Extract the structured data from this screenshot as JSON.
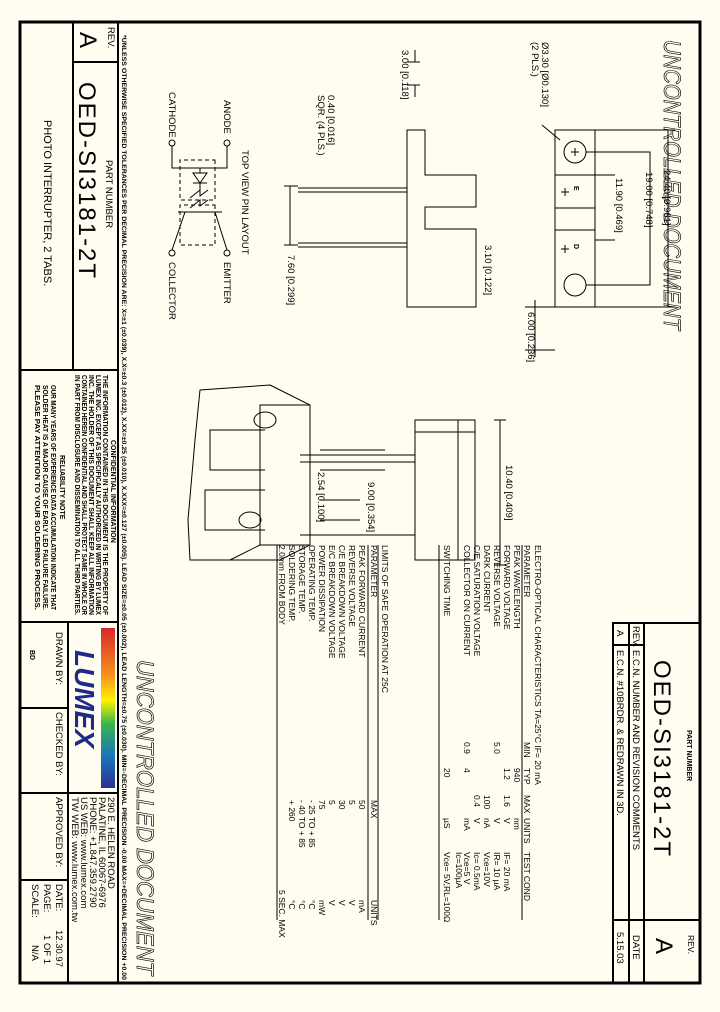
{
  "watermark": "UNCONTROLLED DOCUMENT",
  "revision_block": {
    "part_number_label": "PART NUMBER",
    "part_number": "OED-SI3181-2T",
    "rev_label": "REV.",
    "rev": "A",
    "headers": [
      "REV.",
      "E.C.N. NUMBER AND REVISION COMMENTS",
      "DATE"
    ],
    "rows": [
      {
        "rev": "A",
        "comment": "E.C.N. #10BRDR. & REDRAWN IN 3D.",
        "date": "5.15.03"
      }
    ]
  },
  "top_view": {
    "dims": [
      "24.40 [0.961]",
      "19.00 [0.748]",
      "11.90 [0.469]",
      "6.00 [0.236]"
    ],
    "hole_note": [
      "Ø3.30 [Ø0.130]",
      "(2 PLS.)"
    ],
    "marks": [
      "E",
      "D"
    ]
  },
  "side_view": {
    "dims": [
      "3.00 [0.118]",
      "3.10 [0.122]",
      "7.60 [0.299]"
    ],
    "lead_note": [
      "0.40 [0.016]",
      "SQR. (4 PLS.)"
    ]
  },
  "front_view": {
    "dims": [
      "10.40 [0.409]",
      "9.00 [0.354]",
      "2.54 [0.100]"
    ]
  },
  "pin_layout": {
    "title": "TOP VIEW PIN LAYOUT",
    "pins": [
      "ANODE",
      "CATHODE",
      "EMITTER",
      "COLLECTOR"
    ]
  },
  "electro_optical": {
    "title": "ELECTRO-OPTICAL CHARACTERISTICS TA=25°C  IF= 20 mA",
    "headers": [
      "PARAMETER",
      "MIN",
      "TYP",
      "MAX",
      "UNITS",
      "TEST COND"
    ],
    "rows": [
      [
        "PEAK WAVELENGTH",
        "",
        "940",
        "",
        "nm",
        ""
      ],
      [
        "FORWARD VOLTAGE",
        "",
        "1.2",
        "1.6",
        "V",
        "IF= 20 mA"
      ],
      [
        "REVERSE VOLTAGE",
        "5.0",
        "",
        "",
        "V",
        "IR= 10 µA"
      ],
      [
        "DARK CURRENT",
        "",
        "",
        "100",
        "nA",
        "Vce=10V"
      ],
      [
        "C/E SATURATION VOLTAGE",
        "",
        "",
        "0.4",
        "V",
        "Ic= 0.5mA"
      ],
      [
        "COLLECTOR ON CURRENT",
        "0.9",
        "4",
        "",
        "mA",
        "Vce=5 V"
      ],
      [
        "",
        "",
        "",
        "",
        "",
        "Ic=100µA"
      ],
      [
        "SWITCHING TIME",
        "",
        "20",
        "",
        "µS",
        "Vce= 5V,RL=100Ω"
      ]
    ]
  },
  "limits": {
    "title": "LIMITS OF SAFE OPERATION AT 25C",
    "headers": [
      "PARAMETER",
      "MAX",
      "UNITS"
    ],
    "rows": [
      [
        "PEAK FORWARD CURRENT",
        "50",
        "mA"
      ],
      [
        "REVERSE VOLTAGE",
        "5",
        "V"
      ],
      [
        "C/E BREAKDOWN VOLTAGE",
        "30",
        "V"
      ],
      [
        "E/C BREAKDOWN VOLTAGE",
        "5",
        "V"
      ],
      [
        "POWER DISSIPATION",
        "75",
        "mW"
      ],
      [
        "OPERATING TEMP.",
        "- 25 TO + 85",
        "°C"
      ],
      [
        "STORAGE TEMP.",
        "- 40 TO + 85",
        "°C"
      ],
      [
        "SOLDERING TEMP.",
        "+ 260",
        "°C"
      ],
      [
        "2.0mm FROM BODY",
        "",
        "5 SEC. MAX"
      ]
    ]
  },
  "tolerance_note": "*UNLESS OTHERWISE SPECIFIED TOLERANCES PER DECIMAL PRECISION ARE: X=±1 (±0.039), X.X=±0.3 (±0.012), X.XX=±0.25 (±0.010), X.XXX=±0.127 (±0.005). LEAD SIZE=±0.05 (±0.002), LEAD LENGTH=±0.75 (±0.030). MIN=-DECIMAL PRECISION -0.00  MAX=+DECIMAL PRECISION +0.00",
  "confidential": {
    "title": "CONFIDENTIAL INFORMATION",
    "lines": [
      "THE INFORMATION CONTAINED IN THIS DOCUMENT IS THE PROPERTY OF",
      "LUMEX INC. EXCEPT AS SPECIFICALLY AUTHORIZED IN WRITING BY LUMEX",
      "INC. THE HOLDER OF THIS DOCUMENT SHALL KEEP ALL INFORMATION",
      "CONTAINED HEREIN CONFIDENTIAL AND SHALL PROTECT SAME IN WHOLE OR",
      "IN PART FROM DISCLOSURE AND DISSEMINATION TO ALL THIRD PARTIES."
    ]
  },
  "reliability": {
    "title": "RELIABILITY NOTE",
    "lines": [
      "OUR MANY YEARS OF EXPERIENCE DATA ACCUMULATION INDICATE THAT",
      "SOLDER HEAT IS A MAJOR CAUSE OF EARLY LED FAILURE FAILURE.",
      "PLEASE PAY ATTENTION TO YOUR SOLDERING PROCESS."
    ]
  },
  "title_block": {
    "rev_label": "REV.",
    "rev": "A",
    "part_number_label": "PART NUMBER",
    "part_number": "OED-SI3181-2T",
    "description": "PHOTO INTERRUPTER, 2 TABS."
  },
  "company": {
    "logo_text": "LUMEX",
    "address": [
      "290 E. HELEN ROAD",
      "PALATINE, IL  60067-6976",
      "PHONE: +1.847.359.2790",
      "US WEB: www.lumex.com",
      "TW WEB: www.lumex.com.tw"
    ],
    "drawn_by_label": "DRAWN BY:",
    "drawn_by": "BD",
    "checked_by_label": "CHECKED BY:",
    "approved_by_label": "APPROVED BY:",
    "date_label": "DATE:",
    "date": "12.30.97",
    "page_label": "PAGE:",
    "page": "1 OF 1",
    "scale_label": "SCALE:",
    "scale": "N/A"
  }
}
